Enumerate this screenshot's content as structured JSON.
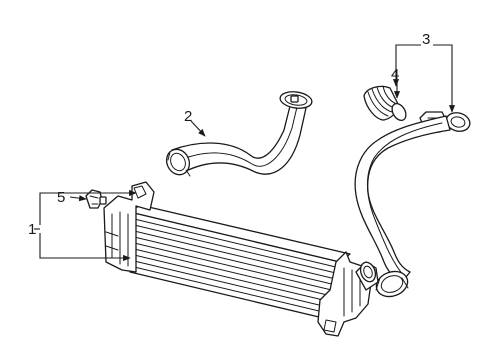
{
  "diagram": {
    "callouts": [
      {
        "id": "1",
        "part": "intercooler"
      },
      {
        "id": "2",
        "part": "intake-hose"
      },
      {
        "id": "3",
        "part": "outlet-pipe-assembly"
      },
      {
        "id": "4",
        "part": "boot"
      },
      {
        "id": "5",
        "part": "sensor"
      }
    ]
  },
  "colors": {
    "line": "#1a1a1a",
    "background": "#ffffff"
  }
}
